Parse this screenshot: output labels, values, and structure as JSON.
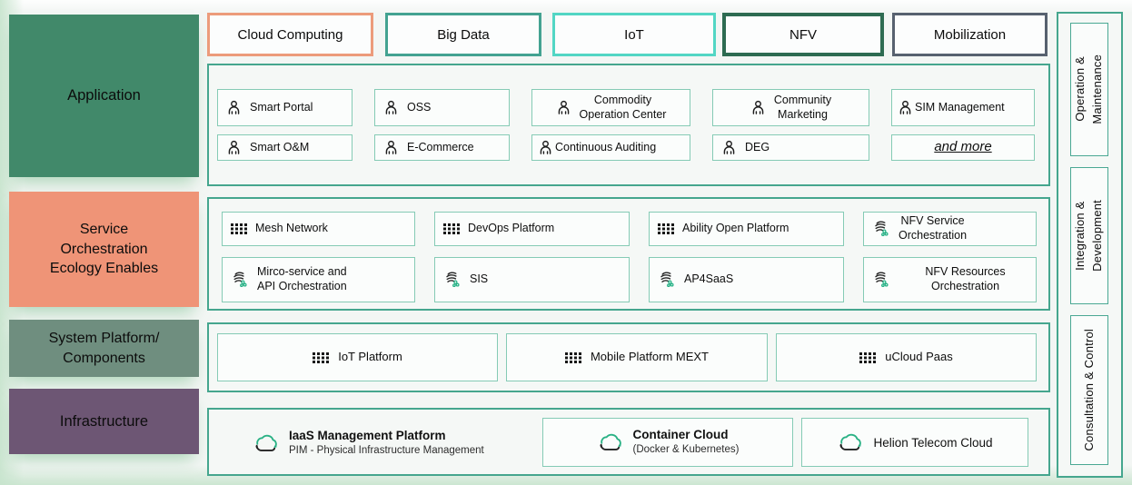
{
  "colors": {
    "background": "#f3f6f4",
    "container_border": "#45a68e",
    "item_border": "#85cbb5",
    "icon_green": "#29b184",
    "icon_dark": "#222222"
  },
  "tabs": [
    {
      "label": "Cloud Computing",
      "border_color": "#ec9b7b"
    },
    {
      "label": "Big Data",
      "border_color": "#43a291"
    },
    {
      "label": "IoT",
      "border_color": "#52d6c4"
    },
    {
      "label": "NFV",
      "border_color": "#2d6b51"
    },
    {
      "label": "Mobilization",
      "border_color": "#57616f"
    }
  ],
  "layers": {
    "application": {
      "label": "Application",
      "color": "#41896a",
      "items": [
        {
          "label": "Smart Portal",
          "icon": "user-icon"
        },
        {
          "label": "OSS",
          "icon": "user-icon"
        },
        {
          "label": "Commodity\nOperation Center",
          "icon": "user-icon"
        },
        {
          "label": "Community\nMarketing",
          "icon": "user-icon"
        },
        {
          "label": "SIM Management",
          "icon": "user-icon"
        },
        {
          "label": "Smart O&M",
          "icon": "user-icon"
        },
        {
          "label": "E-Commerce",
          "icon": "user-icon"
        },
        {
          "label": "Continuous Auditing",
          "icon": "user-icon"
        },
        {
          "label": "DEG",
          "icon": "user-icon"
        },
        {
          "label": "and more",
          "icon": "none"
        }
      ]
    },
    "service_orchestration": {
      "label": "Service\nOrchestration\nEcology Enables",
      "color": "#ef9477",
      "items": [
        {
          "label": "Mesh Network",
          "icon": "grid-icon"
        },
        {
          "label": "DevOps Platform",
          "icon": "grid-icon"
        },
        {
          "label": "Ability Open Platform",
          "icon": "grid-icon"
        },
        {
          "label": "NFV Service\nOrchestration",
          "icon": "orchestration-icon"
        },
        {
          "label": "Mirco-service and\nAPI Orchestration",
          "icon": "orchestration-icon"
        },
        {
          "label": "SIS",
          "icon": "orchestration-icon"
        },
        {
          "label": "AP4SaaS",
          "icon": "orchestration-icon"
        },
        {
          "label": "NFV Resources\nOrchestration",
          "icon": "orchestration-icon"
        }
      ]
    },
    "system_platform": {
      "label": "System Platform/\nComponents",
      "color": "#6f8e7f",
      "items": [
        {
          "label": "IoT Platform",
          "icon": "grid-icon"
        },
        {
          "label": "Mobile Platform MEXT",
          "icon": "grid-icon"
        },
        {
          "label": "uCloud Paas",
          "icon": "grid-icon"
        }
      ]
    },
    "infrastructure": {
      "label": "Infrastructure",
      "color": "#6d5674",
      "items": [
        {
          "title": "IaaS Management Platform",
          "subtitle": "PIM - Physical Infrastructure Management",
          "icon": "cloud-sync-icon"
        },
        {
          "title": "Container Cloud",
          "subtitle": "(Docker & Kubernetes)",
          "icon": "cloud-sync-icon"
        },
        {
          "title": "Helion Telecom Cloud",
          "subtitle": "",
          "icon": "cloud-sync-icon"
        }
      ]
    }
  },
  "sidebar": {
    "items": [
      {
        "label": "Operation &\nMaintenance"
      },
      {
        "label": "Integration &\nDevelopment"
      },
      {
        "label": "Consultation & Control"
      }
    ]
  }
}
